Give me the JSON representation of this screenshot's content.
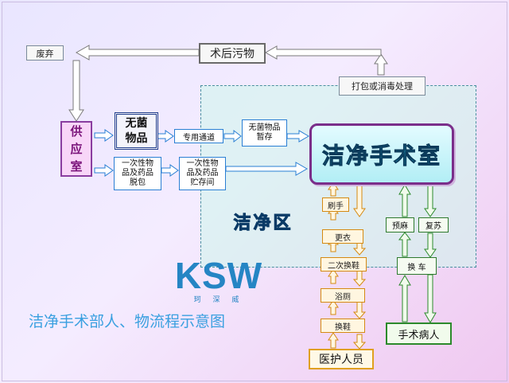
{
  "nodes": {
    "waste_discard": "废弃",
    "postop_waste": "术后污物",
    "pack_disinfect": "打包或消毒处理",
    "supply_room": "供\n应\n室",
    "sterile_items": "无菌\n物品",
    "dedicated_passage": "专用通道",
    "sterile_storage": "无菌物品\n暂存",
    "disposables_unpack": "一次性物\n品及药品\n脱包",
    "disposables_store": "一次性物\n品及药品\n贮存间",
    "clean_or": "洁净手术室",
    "clean_zone": "洁净区",
    "scrub": "刷手",
    "change_clothes": "更衣",
    "second_shoe_change": "二次换鞋",
    "shower": "浴厕",
    "shoe_change": "换鞋",
    "medical_staff": "医护人员",
    "anesthesia_prep": "预麻",
    "recovery": "复苏",
    "change_cart": "换 车",
    "surgical_patient": "手术病人"
  },
  "logo": {
    "text": "KSW",
    "sub": "珂 深 威"
  },
  "caption": "洁净手术部人、物流程示意图",
  "colors": {
    "supply": "#8a3ea0",
    "staff_flow": "#e0a020",
    "patient_flow": "#2c8a2c",
    "clean_zone": "#4a8fa0"
  }
}
